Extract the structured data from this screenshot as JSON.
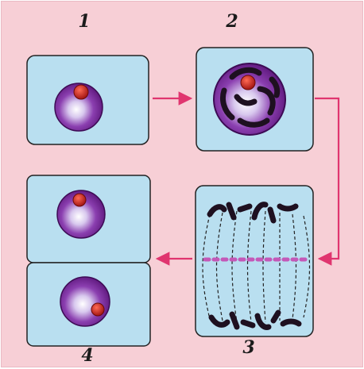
{
  "diagram": {
    "step_labels": [
      "1",
      "2",
      "3",
      "4"
    ],
    "colors": {
      "background": "#f7cfd6",
      "panel": "#b9dff0",
      "arrow": "#e0356f",
      "nucleus": "#6a1a8c",
      "nucleolus": "#c9231f",
      "chromosome": "#1e1020",
      "equator": "#c458b8"
    }
  }
}
